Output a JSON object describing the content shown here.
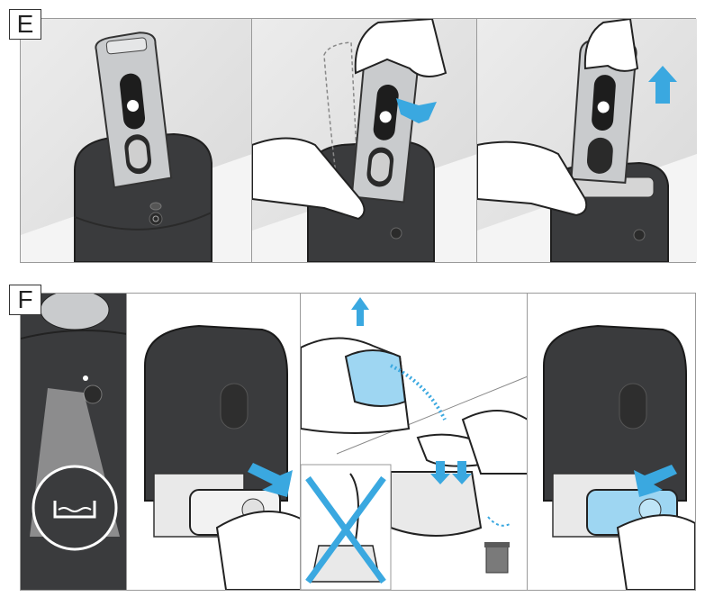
{
  "sections": [
    {
      "letter": "E",
      "panels": [
        "shaver-in-station",
        "remove-shaver-hand",
        "lift-shaver-out"
      ]
    },
    {
      "letter": "F",
      "panels": [
        "station-indicator-cartridge",
        "pull-out-cartridge",
        "remove-seal-dispose",
        "insert-new-cartridge"
      ]
    }
  ],
  "colors": {
    "station_dark": "#3a3b3d",
    "shaver_silver": "#c9cbcd",
    "arrow_blue": "#3aa8e0",
    "cartridge_blue": "#9ed6f2",
    "line": "#222222",
    "background_gradient": "#e6e6e6"
  },
  "icons": [
    "power-icon",
    "cartridge-icon",
    "trash-bin-icon",
    "arrow-up-icon",
    "arrow-right-icon",
    "arrow-down-icon"
  ]
}
